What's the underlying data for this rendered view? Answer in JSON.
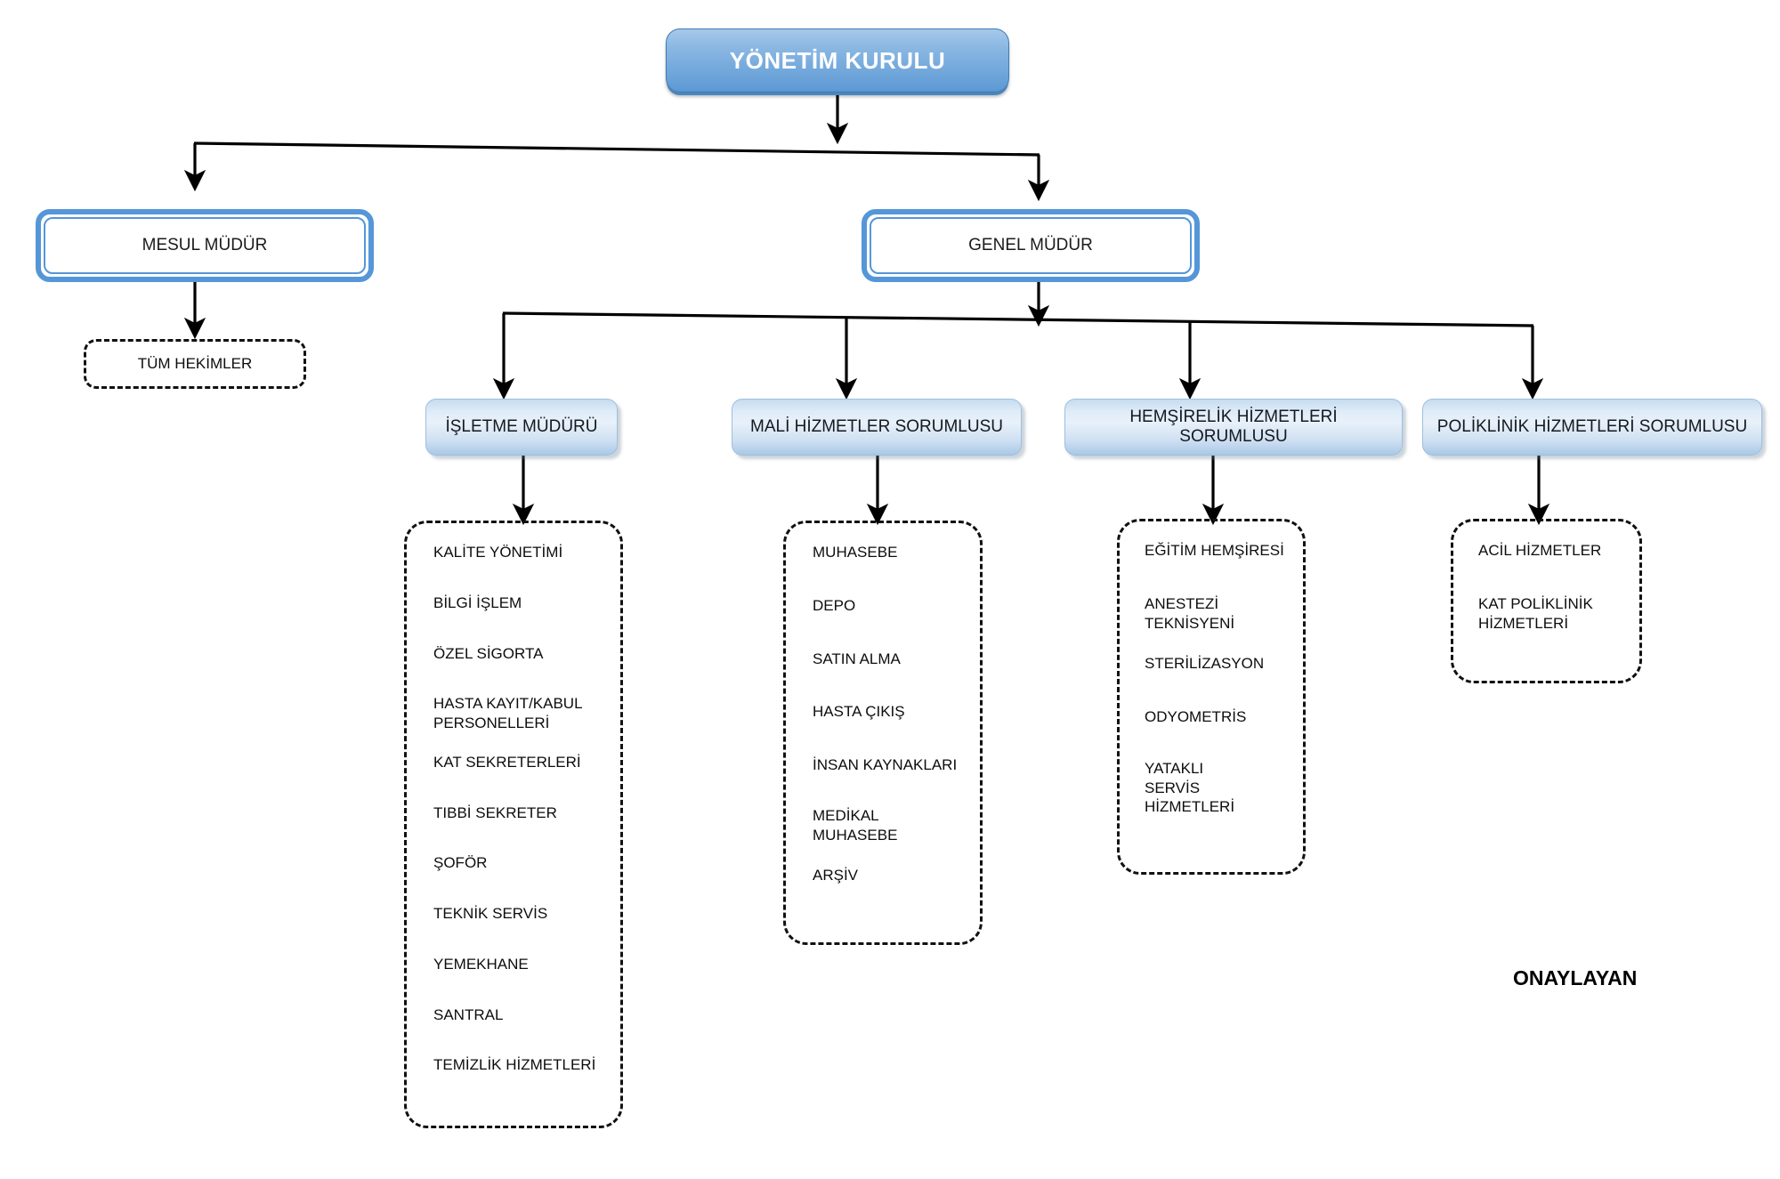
{
  "chart_title": "YÖNETİM KURULU",
  "colors": {
    "top_box_gradient_start": "#a7c9ea",
    "top_box_gradient_end": "#5f9bd5",
    "ring_border": "#5596d8",
    "lite_box_gradient_light": "#e8f1fa",
    "lite_box_gradient_dark": "#a9c8e6",
    "connector_line": "#000000",
    "dashed_border": "#111111",
    "text_dark": "#0d0d0d",
    "text_light": "#ffffff"
  },
  "nodes": {
    "board": {
      "label": "YÖNETİM KURULU"
    },
    "responsible_manager": {
      "label": "MESUL MÜDÜR"
    },
    "general_manager": {
      "label": "GENEL MÜDÜR"
    },
    "all_physicians": {
      "label": "TÜM HEKİMLER"
    },
    "operations_manager": {
      "label": "İŞLETME MÜDÜRÜ"
    },
    "financial_services": {
      "label": "MALİ HİZMETLER SORUMLUSU"
    },
    "nursing_services": {
      "label": "HEMŞİRELİK HİZMETLERİ SORUMLUSU"
    },
    "polyclinic_services": {
      "label": "POLİKLİNİK HİZMETLERİ SORUMLUSU"
    }
  },
  "groups": {
    "operations_items": [
      "KALİTE YÖNETİMİ",
      "BİLGİ İŞLEM",
      "ÖZEL SİGORTA",
      "HASTA KAYIT/KABUL PERSONELLERİ",
      "KAT SEKRETERLERİ",
      "TIBBİ SEKRETER",
      "ŞOFÖR",
      "TEKNİK SERVİS",
      "YEMEKHANE",
      "SANTRAL",
      "TEMİZLİK HİZMETLERİ"
    ],
    "financial_items": [
      "MUHASEBE",
      "DEPO",
      "SATIN ALMA",
      "HASTA ÇIKIŞ",
      "İNSAN KAYNAKLARI",
      "MEDİKAL MUHASEBE",
      "ARŞİV"
    ],
    "nursing_items": [
      "EĞİTİM HEMŞİRESİ",
      "ANESTEZİ TEKNİSYENİ",
      "STERİLİZASYON",
      "ODYOMETRİS",
      "YATAKLI SERVİS HİZMETLERİ"
    ],
    "polyclinic_items": [
      "ACİL HİZMETLER",
      "KAT POLİKLİNİK HİZMETLERİ"
    ]
  },
  "footer": {
    "approver_label": "ONAYLAYAN"
  }
}
